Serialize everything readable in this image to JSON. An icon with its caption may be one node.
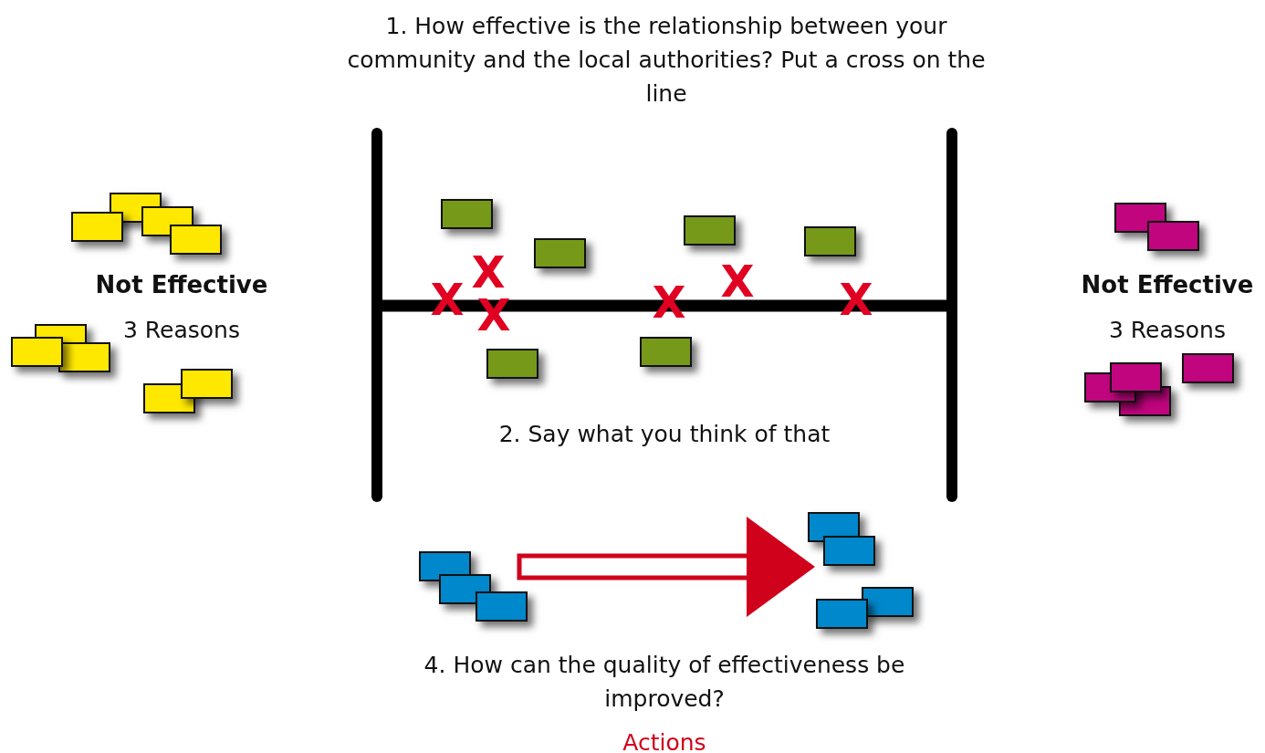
{
  "diagram": {
    "labels": [
      "1. How effective is the relationship between your community and the local authorities? Put a cross on the line",
      "Not Effective",
      "3 Reasons",
      "X",
      "X",
      "X",
      "X",
      "X",
      "X",
      "Not Effective",
      "3 Reasons",
      "2. Say what you think of that",
      "4. How can the quality of effectiveness be improved?",
      "Actions"
    ]
  }
}
